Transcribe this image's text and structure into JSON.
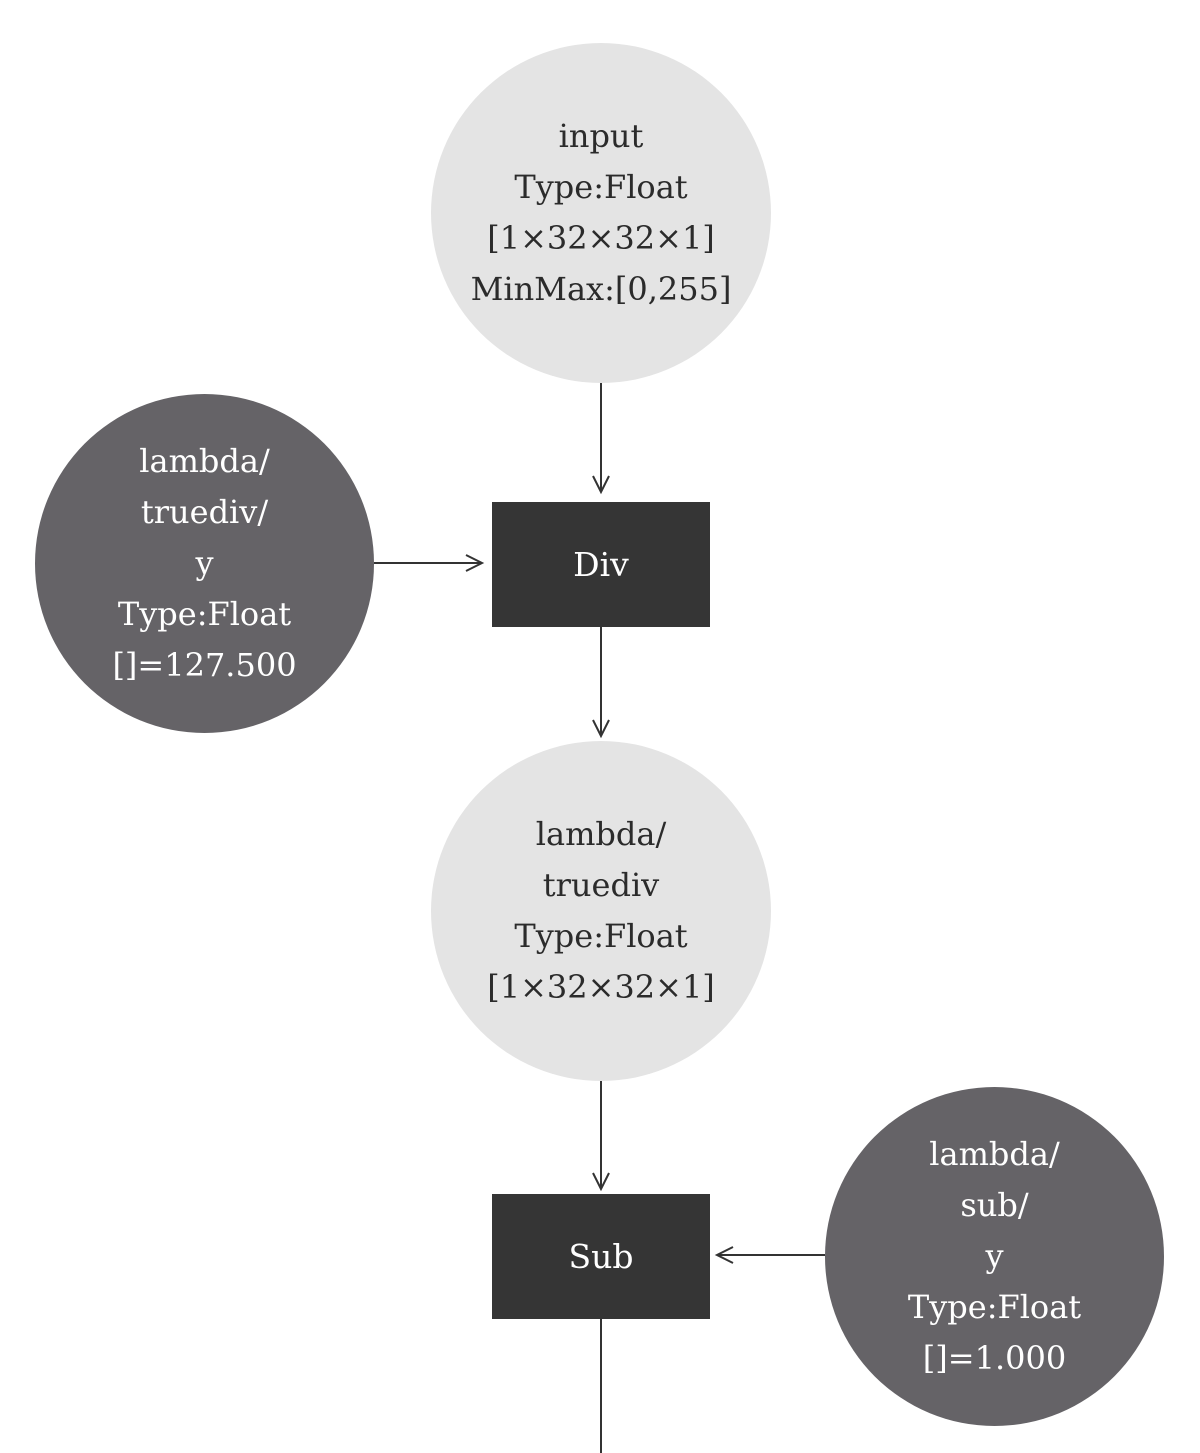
{
  "nodes": {
    "input": {
      "lines": [
        "input",
        "Type:Float",
        "[1×32×32×1]",
        "MinMax:[0,255]"
      ]
    },
    "truediv_y": {
      "lines": [
        "lambda/",
        "truediv/",
        "y",
        "Type:Float",
        "[]=127.500"
      ]
    },
    "div": {
      "label": "Div"
    },
    "truediv": {
      "lines": [
        "lambda/",
        "truediv",
        "Type:Float",
        "[1×32×32×1]"
      ]
    },
    "sub": {
      "label": "Sub"
    },
    "sub_y": {
      "lines": [
        "lambda/",
        "sub/",
        "y",
        "Type:Float",
        "[]=1.000"
      ]
    }
  },
  "edges": [
    {
      "from": "input",
      "to": "div"
    },
    {
      "from": "truediv_y",
      "to": "div"
    },
    {
      "from": "div",
      "to": "truediv"
    },
    {
      "from": "truediv",
      "to": "sub"
    },
    {
      "from": "sub_y",
      "to": "sub"
    },
    {
      "from": "sub",
      "to": "next"
    }
  ],
  "colors": {
    "tensor_node": "#e4e4e4",
    "constant_node": "#656367",
    "op_node": "#353535",
    "edge": "#333333"
  }
}
